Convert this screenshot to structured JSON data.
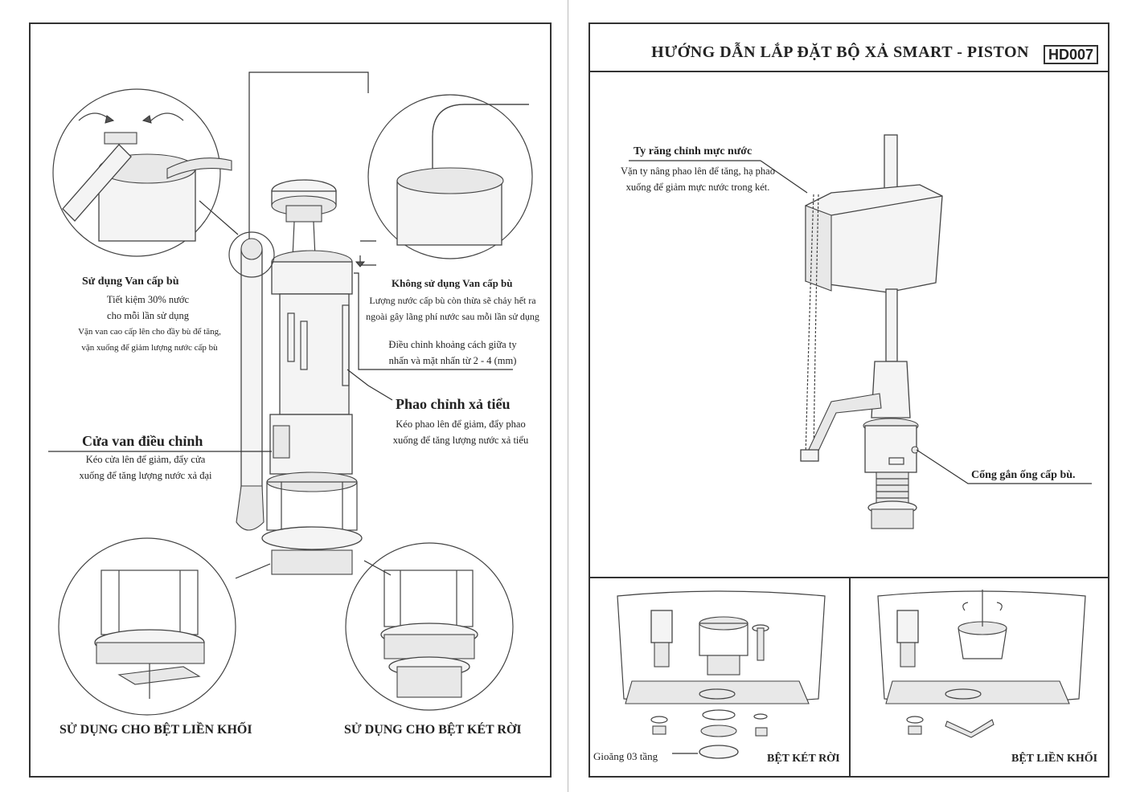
{
  "header": {
    "title": "HƯỚNG DẪN LẮP ĐẶT BỘ XẢ SMART - PISTON",
    "code": "HD007"
  },
  "left": {
    "refill_on": {
      "title": "Sử dụng Van cấp bù",
      "line1": "Tiết kiệm 30% nước",
      "line2": "cho mỗi lần sử dụng",
      "line3": "Vặn van cao cấp lên cho đầy bù để tăng,",
      "line4": "vặn xuống để giảm lượng nước cấp bù"
    },
    "refill_off": {
      "title": "Không sử dụng Van cấp bù",
      "line1": "Lượng nước cấp bù còn thừa sẽ chảy hết ra",
      "line2": "ngoài gây lãng phí nước sau mỗi lần sử dụng",
      "line3": "Điều chỉnh khoảng cách giữa ty",
      "line4": "nhấn và mặt nhấn từ 2 - 4 (mm)"
    },
    "half_float": {
      "title": "Phao chỉnh xả tiểu",
      "line1": "Kéo phao lên để giảm, đẩy phao",
      "line2": "xuống để tăng lượng nước xả tiểu"
    },
    "valve_door": {
      "title": "Cửa van điều chỉnh",
      "line1": "Kéo cửa lên để giảm, đẩy cửa",
      "line2": "xuống để tăng lượng nước xả đại"
    },
    "caption_one_piece": "SỬ DỤNG CHO BỆT LIỀN KHỐI",
    "caption_two_piece": "SỬ DỤNG CHO BỆT KÉT RỜI"
  },
  "right": {
    "rod": {
      "title": "Ty răng chỉnh mực nước",
      "line1": "Vặn ty nâng phao lên để tăng, hạ phao",
      "line2": "xuống để giảm mực nước trong két."
    },
    "port": "Cổng gắn ống cấp bù.",
    "gasket": "Gioăng 03 tầng",
    "caption_two_piece": "BỆT KÉT RỜI",
    "caption_one_piece": "BỆT LIỀN KHỐI"
  }
}
